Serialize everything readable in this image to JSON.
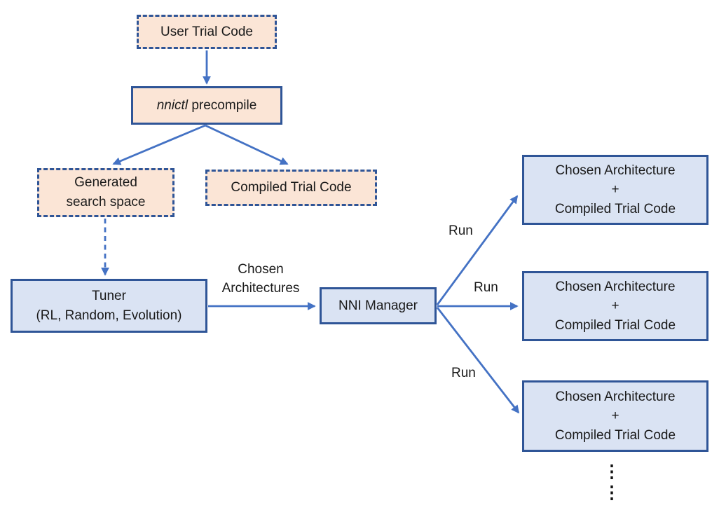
{
  "colors": {
    "peach_fill": "#FBE5D6",
    "blue_fill": "#DAE3F3",
    "box_border": "#2F5597",
    "arrow": "#4472C4",
    "text": "#1A1A1A"
  },
  "nodes": {
    "user_trial_code": {
      "label": "User Trial Code"
    },
    "nnictl_precompile": {
      "label_italic": "nnictl",
      "label_rest": " precompile"
    },
    "generated_search_space": {
      "label": "Generated\nsearch space"
    },
    "compiled_trial_code": {
      "label": "Compiled Trial Code"
    },
    "tuner": {
      "label": "Tuner\n(RL, Random, Evolution)"
    },
    "nni_manager": {
      "label": "NNI Manager"
    },
    "arch_boxes": [
      {
        "label": "Chosen Architecture\n+\nCompiled Trial Code"
      },
      {
        "label": "Chosen Architecture\n+\nCompiled Trial Code"
      },
      {
        "label": "Chosen Architecture\n+\nCompiled Trial Code"
      }
    ]
  },
  "edge_labels": {
    "tuner_to_manager": "Chosen\nArchitectures",
    "run_top": "Run",
    "run_middle": "Run",
    "run_bottom": "Run"
  },
  "ellipsis": "⋮\n⋮"
}
